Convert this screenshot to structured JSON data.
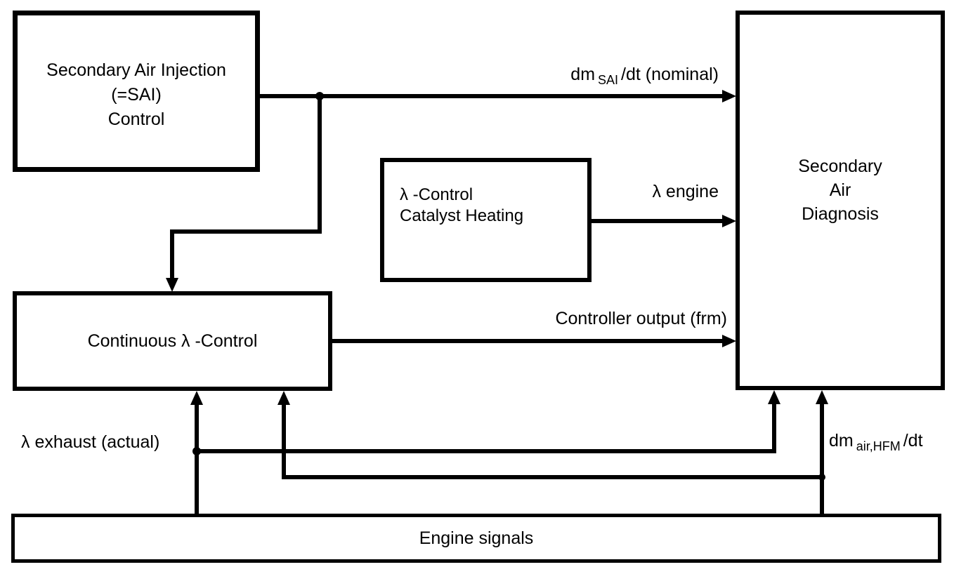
{
  "diagram": {
    "colors": {
      "line": "#000000",
      "background": "#ffffff",
      "box_fill": "#ffffff"
    },
    "boxes": {
      "sai_control": {
        "line1": "Secondary Air Injection",
        "line2": "(=SAI)",
        "line3": "Control"
      },
      "lambda_control_catalyst_heating": {
        "line1": "λ -Control",
        "line2": "Catalyst Heating"
      },
      "continuous_lambda_control": {
        "label": "Continuous λ -Control"
      },
      "secondary_air_diagnosis": {
        "line1": "Secondary",
        "line2": "Air",
        "line3": "Diagnosis"
      },
      "engine_signals": {
        "label": "Engine signals"
      }
    },
    "signals": {
      "dm_sai_nominal": {
        "prefix": "dm",
        "sub": "SAI",
        "suffix": "/dt (nominal)"
      },
      "lambda_engine": {
        "label": "λ engine"
      },
      "controller_output": {
        "label": "Controller output (frm)"
      },
      "lambda_exhaust": {
        "label": "λ exhaust (actual)"
      },
      "dm_air_hfm": {
        "prefix": "dm",
        "sub": "air,HFM",
        "suffix": "/dt"
      }
    }
  }
}
